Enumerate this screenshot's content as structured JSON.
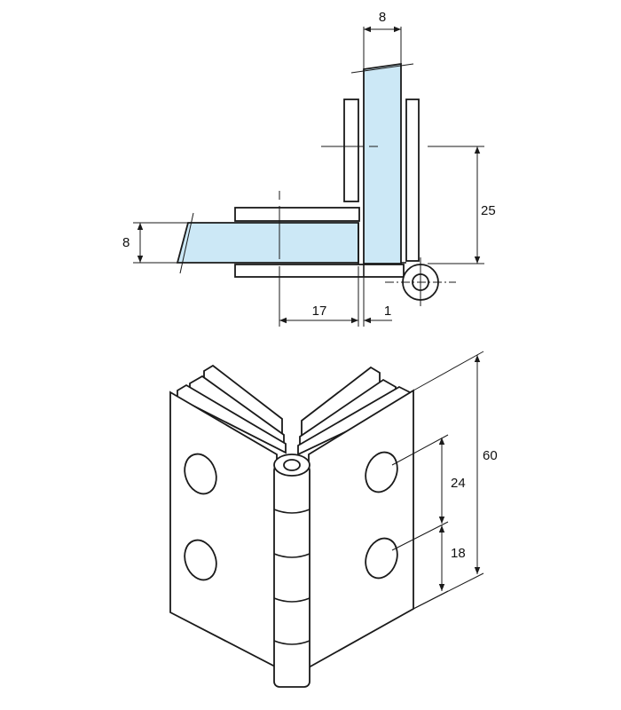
{
  "colors": {
    "glass": "#cce8f6",
    "line": "#1a1a1a",
    "background": "#ffffff"
  },
  "top_view": {
    "dims": {
      "glass_top_thickness": "8",
      "vertical_height": "25",
      "glass_left_thickness": "8",
      "horizontal_length": "17",
      "gap": "1"
    }
  },
  "iso_view": {
    "dims": {
      "total_height": "60",
      "upper_spacing": "24",
      "lower_spacing": "18"
    }
  }
}
